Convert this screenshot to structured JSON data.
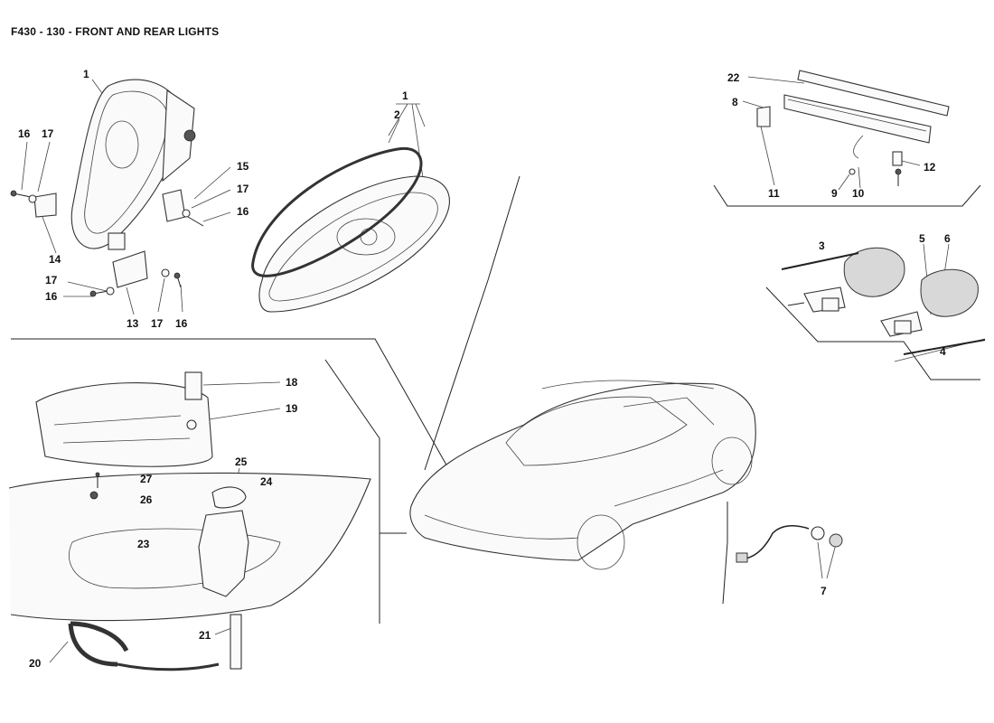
{
  "title": "F430 - 130 - FRONT AND REAR LIGHTS",
  "callouts": {
    "c1a": "1",
    "c1b": "1",
    "c2": "2",
    "c3": "3",
    "c4": "4",
    "c5": "5",
    "c6": "6",
    "c7": "7",
    "c8": "8",
    "c9": "9",
    "c10": "10",
    "c11": "11",
    "c12": "12",
    "c13": "13",
    "c14": "14",
    "c15": "15",
    "c16a": "16",
    "c16b": "16",
    "c16c": "16",
    "c16d": "16",
    "c17a": "17",
    "c17b": "17",
    "c17c": "17",
    "c17d": "17",
    "c18": "18",
    "c19": "19",
    "c20": "20",
    "c21": "21",
    "c22": "22",
    "c23": "23",
    "c24": "24",
    "c25": "25",
    "c26": "26",
    "c27": "27"
  }
}
